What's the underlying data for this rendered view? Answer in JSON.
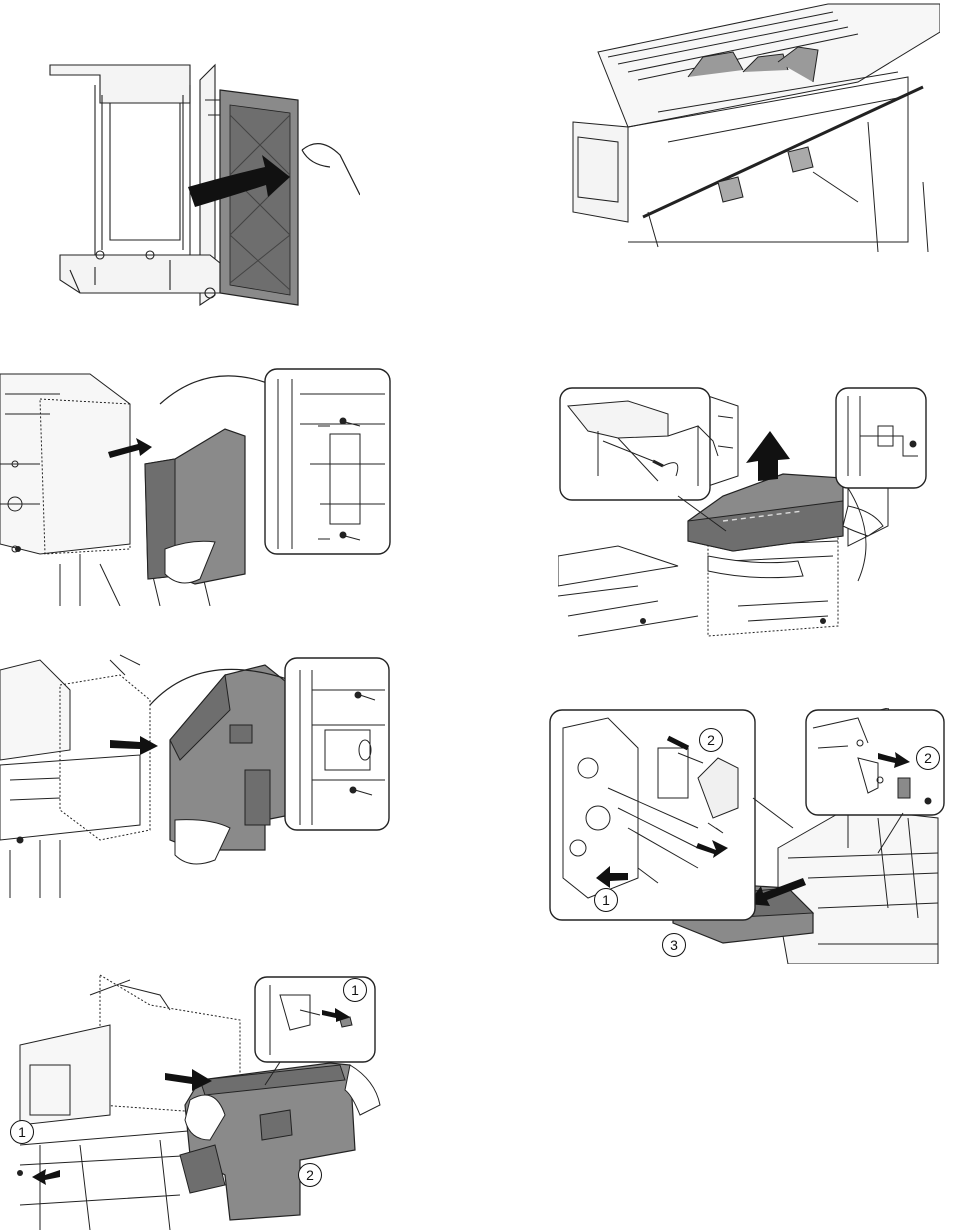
{
  "figures": [
    {
      "id": "fig-open-door",
      "description_icons": [
        "arrow-icon",
        "hand-icon"
      ]
    },
    {
      "id": "fig-roller-shaft",
      "description_icons": []
    },
    {
      "id": "fig-remove-rear-cover",
      "description_icons": [
        "arrow-icon",
        "hand-icon",
        "screw-icon"
      ]
    },
    {
      "id": "fig-lift-upper-cover",
      "description_icons": [
        "up-arrow-icon",
        "hand-icon",
        "screw-icon"
      ]
    },
    {
      "id": "fig-remove-front-cover",
      "description_icons": [
        "arrow-icon",
        "hand-icon",
        "screw-icon"
      ]
    },
    {
      "id": "fig-remove-tray",
      "description_icons": [
        "arrow-icon",
        "screw-icon"
      ]
    },
    {
      "id": "fig-remove-lower-cover",
      "description_icons": [
        "arrow-icon",
        "hand-icon",
        "screw-icon"
      ]
    }
  ],
  "callouts": {
    "tray": {
      "step1": "1",
      "step2a": "2",
      "step2b": "2",
      "step3": "3"
    },
    "lower": {
      "step1a": "1",
      "step1b": "1",
      "step2": "2"
    }
  },
  "colors": {
    "line": "#222222",
    "panel": "#8a8a8a",
    "panel_dark": "#6e6e6e",
    "arrow": "#111111",
    "light_fill": "#f4f4f4"
  }
}
